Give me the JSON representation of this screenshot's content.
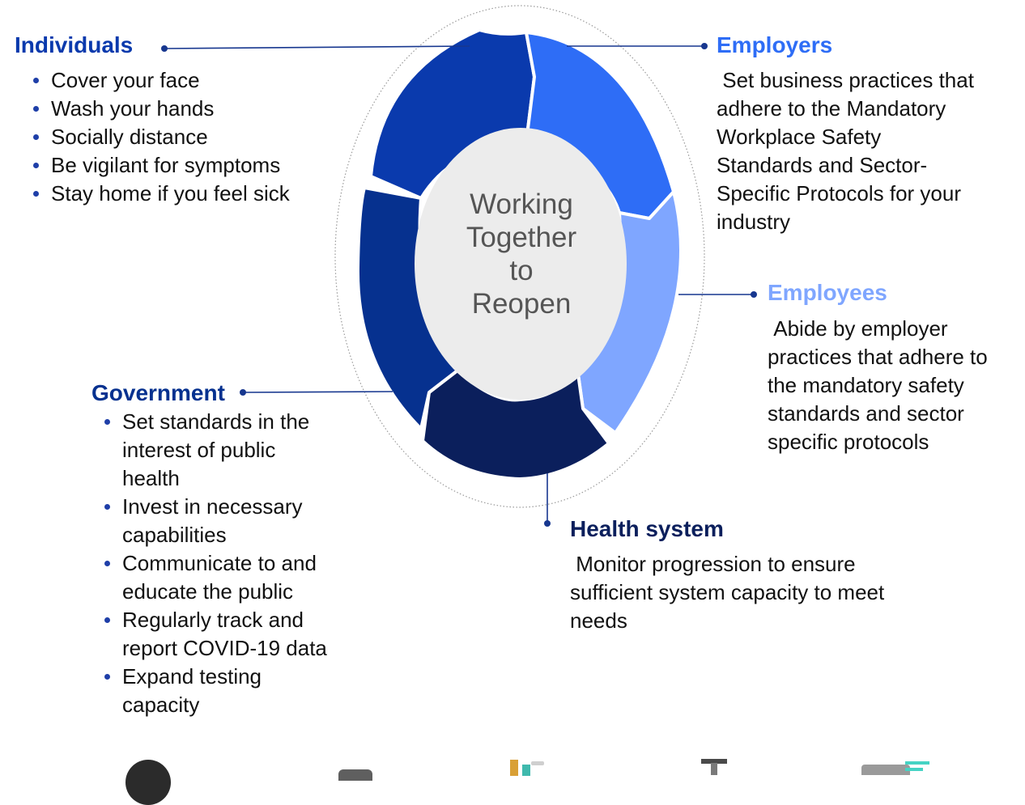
{
  "center": {
    "lines": [
      "Working",
      "Together",
      "to",
      "Reopen"
    ]
  },
  "individuals": {
    "title": "Individuals",
    "items": [
      "Cover your face",
      "Wash your hands",
      "Socially distance",
      "Be vigilant for symptoms",
      "Stay home if you feel sick"
    ]
  },
  "employers": {
    "title": "Employers",
    "text": " Set business practices that adhere to the Mandatory Workplace Safety Standards and Sector-Specific Protocols for your industry"
  },
  "employees": {
    "title": "Employees",
    "text": " Abide by employer practices that adhere to the mandatory safety standards and sector specific protocols"
  },
  "government": {
    "title": "Government",
    "items": [
      "Set standards in the interest of public health",
      "Invest in necessary capabilities",
      "Communicate to and educate the public",
      "Regularly track and report COVID-19 data",
      "Expand testing capacity"
    ]
  },
  "health_system": {
    "title": "Health system",
    "text": " Monitor progression to ensure sufficient system capacity to meet needs"
  },
  "colors": {
    "individuals": "#0a3aad",
    "employers": "#2e6df6",
    "employees": "#7fa6ff",
    "health_system": "#0b1f5c",
    "government": "#06318f",
    "center_fill": "#ececec",
    "connector": "#17378f",
    "bullet": "#1f3fa8"
  },
  "icons": [
    "person-icon",
    "briefcase-icon",
    "sanitizer-icon",
    "tools-icon",
    "clipboard-icon"
  ]
}
